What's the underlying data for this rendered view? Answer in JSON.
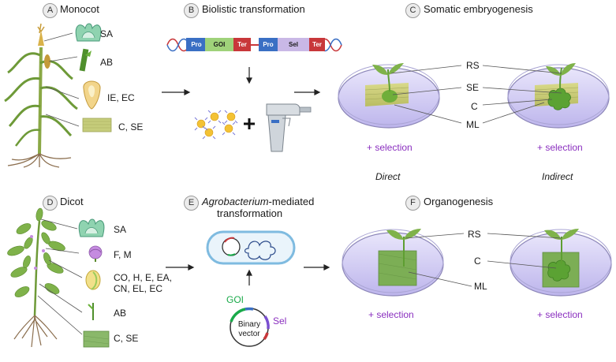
{
  "panel_a": {
    "badge": "A",
    "title": "Monocot",
    "labels": [
      "SA",
      "AB",
      "IE, EC",
      "C, SE"
    ]
  },
  "panel_b": {
    "badge": "B",
    "title": "Biolistic transformation",
    "construct": [
      "Pro",
      "GOI",
      "Ter",
      "Pro",
      "Sel",
      "Ter"
    ]
  },
  "panel_c": {
    "badge": "C",
    "title": "Somatic embryogenesis",
    "labels": [
      "RS",
      "SE",
      "C",
      "ML"
    ],
    "selection": [
      "+ selection",
      "+ selection"
    ],
    "modes": [
      "Direct",
      "Indirect"
    ]
  },
  "panel_d": {
    "badge": "D",
    "title": "Dicot",
    "labels": [
      "SA",
      "F, M",
      "CO, H, E, EA,",
      "CN, EL, EC",
      "AB",
      "C, SE"
    ]
  },
  "panel_e": {
    "badge": "E",
    "title_italic": "Agrobacterium",
    "title_rest": "-mediated",
    "title_line2": "transformation",
    "goi": "GOI",
    "sel": "Sel",
    "vector_line1": "Binary",
    "vector_line2": "vector"
  },
  "panel_f": {
    "badge": "F",
    "title": "Organogenesis",
    "labels": [
      "RS",
      "C",
      "ML"
    ],
    "selection": [
      "+ selection",
      "+ selection"
    ]
  },
  "colors": {
    "pro": "#3a6fc4",
    "goi": "#9fd27a",
    "ter": "#c8373a",
    "sel_block": "#c9b8e6",
    "selection_text": "#8a2fbf",
    "dish": "#c9c4ef",
    "leaf": "#7fb24a"
  }
}
